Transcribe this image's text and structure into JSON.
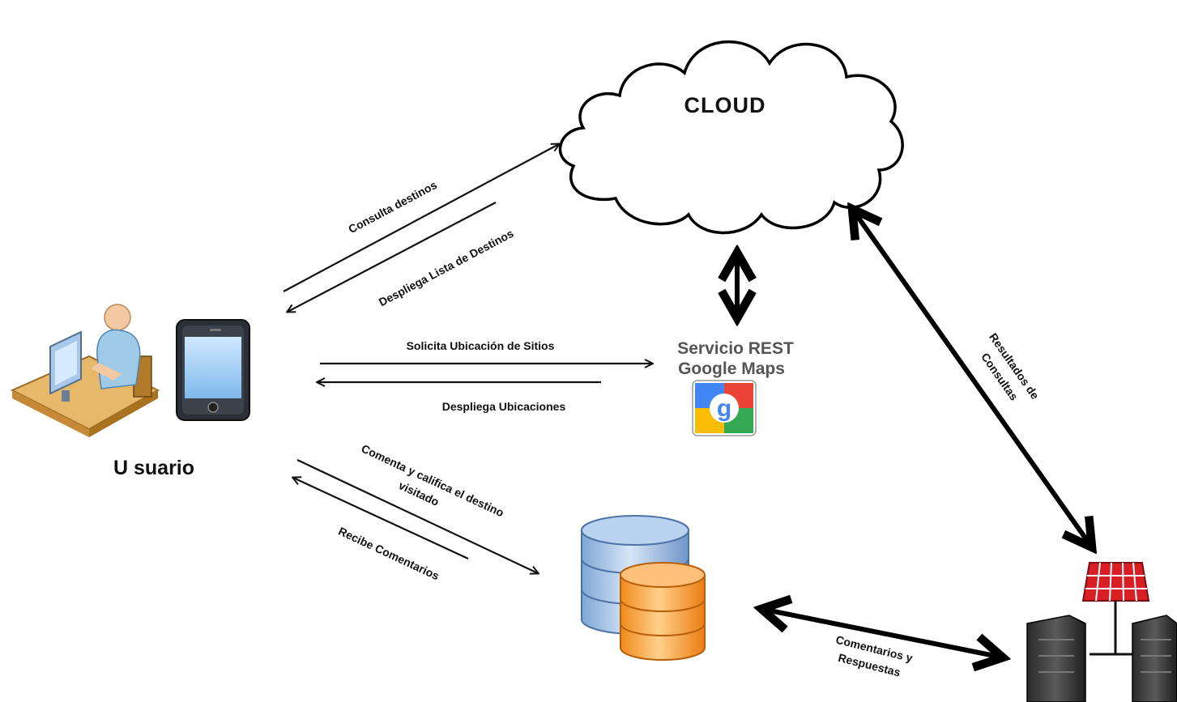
{
  "nodes": {
    "cloud": {
      "label": "CLOUD"
    },
    "user": {
      "label": "U suario"
    },
    "service": {
      "label_line1": "Servicio REST",
      "label_line2": "Google Maps"
    }
  },
  "edges": {
    "consulta": "Consulta destinos",
    "despliega_lista": "Despliega Lista de Destinos",
    "solicita": "Solicita Ubicación de Sitios",
    "despliega_ubic": "Despliega Ubicaciones",
    "comenta_line1": "Comenta y califica el destino",
    "comenta_line2": "visitado",
    "recibe": "Recibe Comentarios",
    "resultados_line1": "Resultados de",
    "resultados_line2": "Consultas",
    "comentarios_line1": "Comentarios y",
    "comentarios_line2": "Respuestas"
  }
}
